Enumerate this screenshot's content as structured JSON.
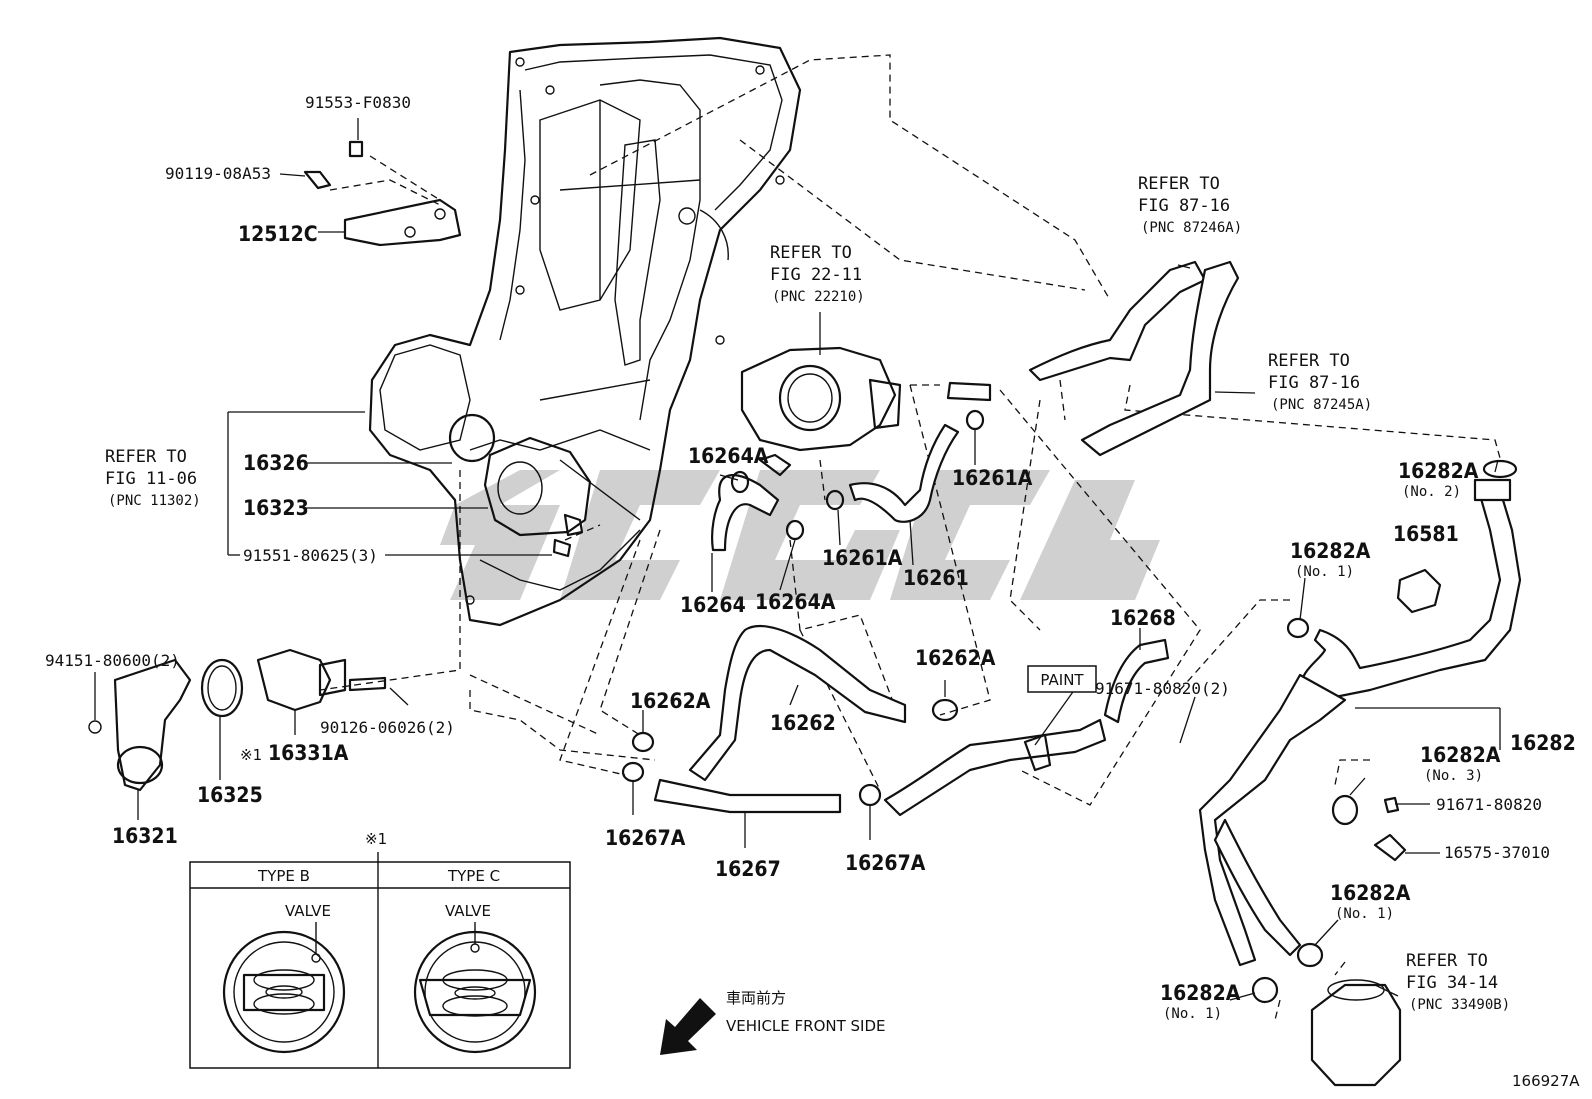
{
  "diagram_id": "166927A",
  "parts": {
    "p91553": "91553-F0830",
    "p90119": "90119-08A53",
    "p12512c": "12512C",
    "p16326": "16326",
    "p16323": "16323",
    "p91551": "91551-80625(3)",
    "p94151": "94151-80600(2)",
    "p16325": "16325",
    "p16331a": "16331A",
    "p90126": "90126-06026(2)",
    "p16321": "16321",
    "p16264a_1": "16264A",
    "p16264": "16264",
    "p16264a_2": "16264A",
    "p16261a_1": "16261A",
    "p16261a_2": "16261A",
    "p16261": "16261",
    "p16262a_1": "16262A",
    "p16262a_2": "16262A",
    "p16262": "16262",
    "p16267a_1": "16267A",
    "p16267": "16267",
    "p16267a_2": "16267A",
    "p16268": "16268",
    "p91671_2": "91671-80820(2)",
    "p16282a_no2": "16282A",
    "no2": "(No. 2)",
    "p16581": "16581",
    "p16282a_no1a": "16282A",
    "no1a": "(No. 1)",
    "p16282": "16282",
    "p16282a_no3": "16282A",
    "no3": "(No. 3)",
    "p91671": "91671-80820",
    "p16575": "16575-37010",
    "p16282a_no1b": "16282A",
    "no1b": "(No. 1)",
    "p16282a_no1c": "16282A",
    "no1c": "(No. 1)",
    "mark1": "※1",
    "mark1_label": "※1"
  },
  "refs": {
    "ref_11_06": {
      "l1": "REFER TO",
      "l2": "FIG 11-06",
      "l3": "(PNC 11302)"
    },
    "ref_22_11": {
      "l1": "REFER TO",
      "l2": "FIG 22-11",
      "l3": "(PNC 22210)"
    },
    "ref_87_16a": {
      "l1": "REFER TO",
      "l2": "FIG 87-16",
      "l3": "(PNC 87246A)"
    },
    "ref_87_16b": {
      "l1": "REFER TO",
      "l2": "FIG 87-16",
      "l3": "(PNC 87245A)"
    },
    "ref_34_14": {
      "l1": "REFER TO",
      "l2": "FIG 34-14",
      "l3": "(PNC 33490B)"
    }
  },
  "paint": "PAINT",
  "thermostat_table": {
    "type_b": "TYPE B",
    "type_c": "TYPE C",
    "valve_b": "VALVE",
    "valve_c": "VALVE"
  },
  "front": {
    "jp": "車両前方",
    "en": "VEHICLE FRONT SIDE"
  }
}
